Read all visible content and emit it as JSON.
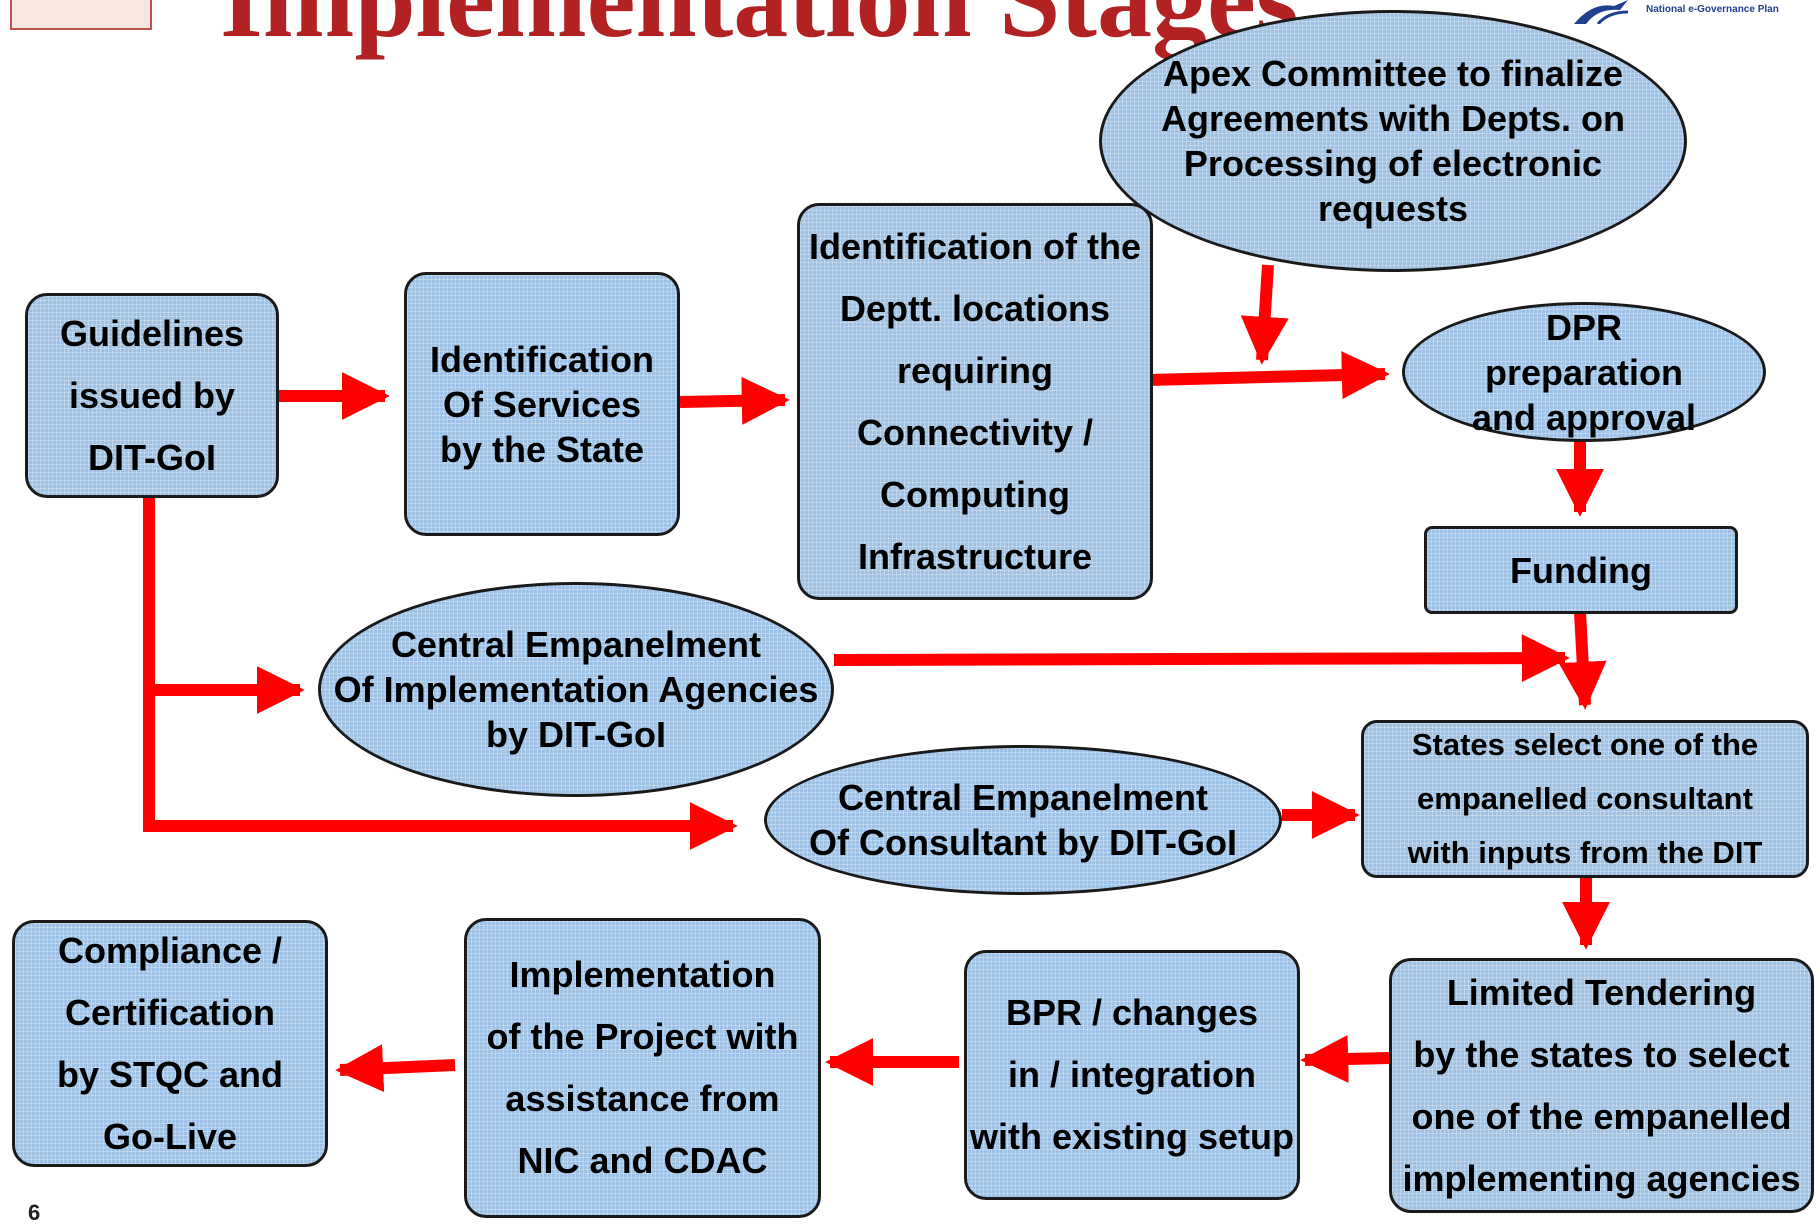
{
  "header": {
    "title": "Implementation Stages",
    "right_logo_caption": "National e-Governance Plan"
  },
  "nodes": {
    "guidelines": "Guidelines issued by DIT-GoI",
    "identification_services": "Identification Of Services by the State",
    "identification_locations": "Identification of the Deptt. locations requiring Connectivity / Computing Infrastructure",
    "apex_committee": "Apex Committee to finalize Agreements with Depts. on Processing of electronic requests",
    "dpr": "DPR preparation and approval",
    "funding": "Funding",
    "central_empanelment_agencies": "Central Empanelment Of Implementation Agencies by DIT-GoI",
    "central_empanelment_consultant": "Central Empanelment Of Consultant by DIT-GoI",
    "states_select": "States select one of the empanelled consultant with inputs from the DIT",
    "limited_tendering": "Limited Tendering by the states to select one of the empanelled implementing agencies",
    "bpr": "BPR / changes in / integration with existing setup",
    "implementation": "Implementation of the Project with assistance from NIC and CDAC",
    "compliance": "Compliance / Certification by STQC and Go-Live"
  },
  "lines": {
    "guidelines": [
      "Guidelines",
      "issued by",
      "DIT-GoI"
    ],
    "identification_services": [
      "Identification",
      "Of Services",
      "by the State"
    ],
    "identification_locations": [
      "Identification of the",
      "Deptt. locations",
      "requiring",
      "Connectivity /",
      "Computing",
      "Infrastructure"
    ],
    "apex_committee": [
      "Apex Committee to finalize",
      "Agreements with Depts. on",
      "Processing of electronic",
      "requests"
    ],
    "dpr": [
      "DPR",
      "preparation",
      "and approval"
    ],
    "central_empanelment_agencies": [
      "Central Empanelment",
      "Of Implementation Agencies",
      "by DIT-GoI"
    ],
    "central_empanelment_consultant": [
      "Central Empanelment",
      "Of Consultant by DIT-GoI"
    ],
    "states_select": [
      "States select one of the",
      "empanelled consultant",
      "with inputs from the DIT"
    ],
    "limited_tendering": [
      "Limited Tendering",
      "by the states to select",
      "one of the empanelled",
      "implementing agencies"
    ],
    "bpr": [
      "BPR / changes",
      "in / integration",
      "with existing setup"
    ],
    "implementation": [
      "Implementation",
      "of the Project with",
      "assistance from",
      "NIC and CDAC"
    ],
    "compliance": [
      "Compliance /",
      "Certification",
      "by STQC and",
      "Go-Live"
    ]
  },
  "edges": [
    {
      "from": "guidelines",
      "to": "identification_services"
    },
    {
      "from": "identification_services",
      "to": "identification_locations"
    },
    {
      "from": "identification_locations",
      "to": "dpr"
    },
    {
      "from": "apex_committee",
      "to": "dpr"
    },
    {
      "from": "dpr",
      "to": "funding"
    },
    {
      "from": "funding",
      "to": "states_select"
    },
    {
      "from": "guidelines",
      "to": "central_empanelment_agencies"
    },
    {
      "from": "central_empanelment_agencies",
      "to": "states_select"
    },
    {
      "from": "guidelines",
      "to": "central_empanelment_consultant"
    },
    {
      "from": "central_empanelment_consultant",
      "to": "states_select"
    },
    {
      "from": "states_select",
      "to": "limited_tendering"
    },
    {
      "from": "limited_tendering",
      "to": "bpr"
    },
    {
      "from": "bpr",
      "to": "implementation"
    },
    {
      "from": "implementation",
      "to": "compliance"
    }
  ],
  "colors": {
    "node_fill": "#9ec2e6",
    "node_border": "#1a1a1a",
    "arrow": "#ff0000",
    "title": "#b22222"
  },
  "footer": {
    "page_number": "6"
  }
}
